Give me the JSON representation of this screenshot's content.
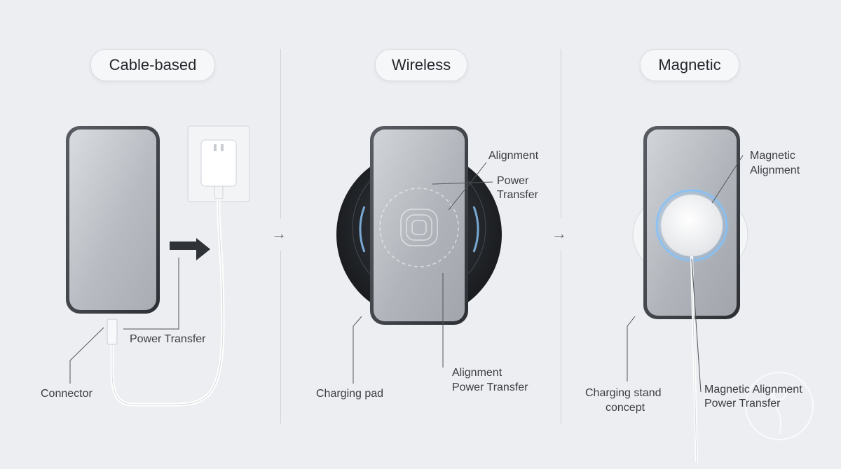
{
  "panels": [
    {
      "title": "Cable-based",
      "labels": {
        "connector": "Connector",
        "power_transfer": "Power Transfer"
      }
    },
    {
      "title": "Wireless",
      "labels": {
        "alignment": "Alignment",
        "power_transfer_line1": "Power",
        "power_transfer_line2": "Transfer",
        "charging_pad": "Charging pad",
        "bottom_line1": "Alignment",
        "bottom_line2": "Power Transfer"
      }
    },
    {
      "title": "Magnetic",
      "labels": {
        "magnetic_alignment_line1": "Magnetic",
        "magnetic_alignment_line2": "Alignment",
        "stand_line1": "Charging stand",
        "stand_line2": "concept",
        "bottom_line1": "Magnetic Alignment",
        "bottom_line2": "Power Transfer"
      }
    }
  ],
  "separators": {
    "arrow_glyph": "→"
  },
  "icons": [
    "smartphone-icon",
    "wall-charger-icon",
    "wireless-pad-icon",
    "magsafe-puck-icon",
    "watermark-logo"
  ]
}
